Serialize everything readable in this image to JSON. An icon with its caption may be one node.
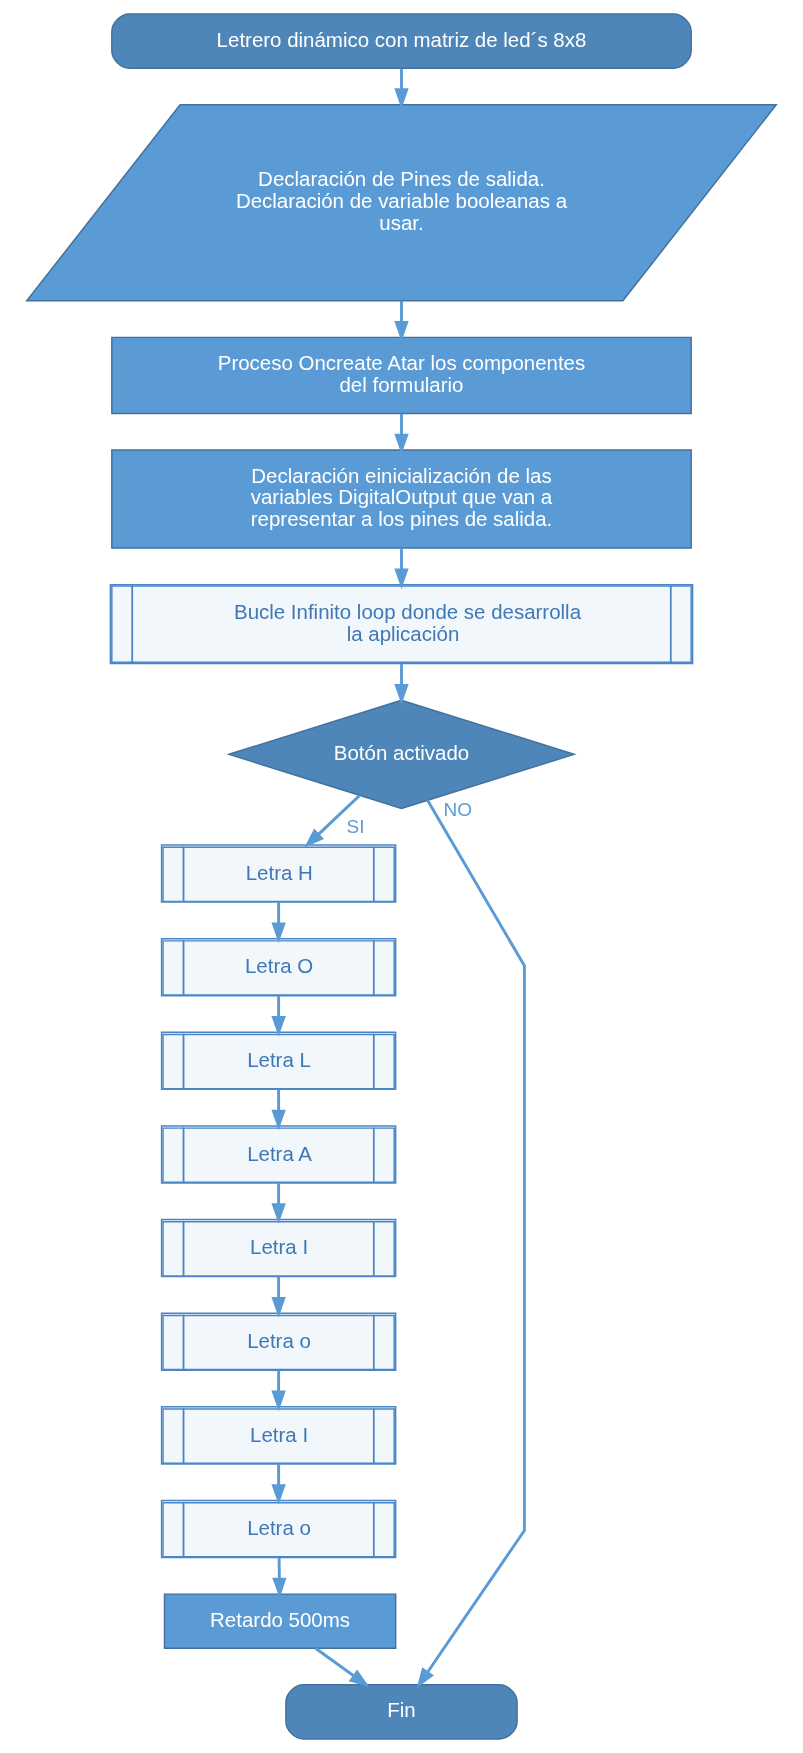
{
  "diagram": {
    "nodes": [
      {
        "text": [
          "Letrero dinámico con matriz de led´s 8x8"
        ]
      },
      {
        "text": [
          "Declaración de Pines de salida. Declaración de variable booleanas a usar."
        ]
      },
      {
        "text": [
          "Proceso Oncreate Atar los componentes del formulario"
        ]
      },
      {
        "text": [
          "Declaración einicialización de las variables DigitalOutput que van a representar a los pines de salida."
        ]
      },
      {
        "text": [
          "Bucle Infinito loop donde se desarrolla la aplicación"
        ]
      },
      {
        "text": [
          "Botón activado"
        ]
      },
      {
        "text": [
          "Letra H"
        ]
      },
      {
        "text": [
          "Letra O"
        ]
      },
      {
        "text": [
          "Letra L"
        ]
      },
      {
        "text": [
          "Letra A"
        ]
      },
      {
        "text": [
          "Letra I"
        ]
      },
      {
        "text": [
          "Letra o"
        ]
      },
      {
        "text": [
          "Letra I"
        ]
      },
      {
        "text": [
          "Letra o"
        ]
      },
      {
        "text": [
          "Retardo 500ms"
        ]
      },
      {
        "text": [
          "Fin"
        ]
      }
    ],
    "edges": [
      {
        "from": 0,
        "to": 1,
        "arrow": "to"
      },
      {
        "from": 1,
        "to": 2,
        "arrow": "to"
      },
      {
        "from": 2,
        "to": 3,
        "arrow": "to"
      },
      {
        "from": 3,
        "to": 4,
        "arrow": "to"
      },
      {
        "from": 4,
        "to": 5,
        "arrow": "to"
      },
      {
        "from": 5,
        "to": 6,
        "arrow": "to",
        "label": "SI"
      },
      {
        "from": 6,
        "to": 7,
        "arrow": "to"
      },
      {
        "from": 7,
        "to": 8,
        "arrow": "to"
      },
      {
        "from": 8,
        "to": 9,
        "arrow": "to"
      },
      {
        "from": 9,
        "to": 10,
        "arrow": "to"
      },
      {
        "from": 10,
        "to": 11,
        "arrow": "to"
      },
      {
        "from": 11,
        "to": 12,
        "arrow": "to"
      },
      {
        "from": 12,
        "to": 13,
        "arrow": "to"
      },
      {
        "from": 13,
        "to": 14,
        "arrow": "to"
      },
      {
        "from": 14,
        "to": 15,
        "arrow": "to"
      },
      {
        "from": 5,
        "to": 15,
        "arrow": "to",
        "label": "NO"
      }
    ]
  }
}
